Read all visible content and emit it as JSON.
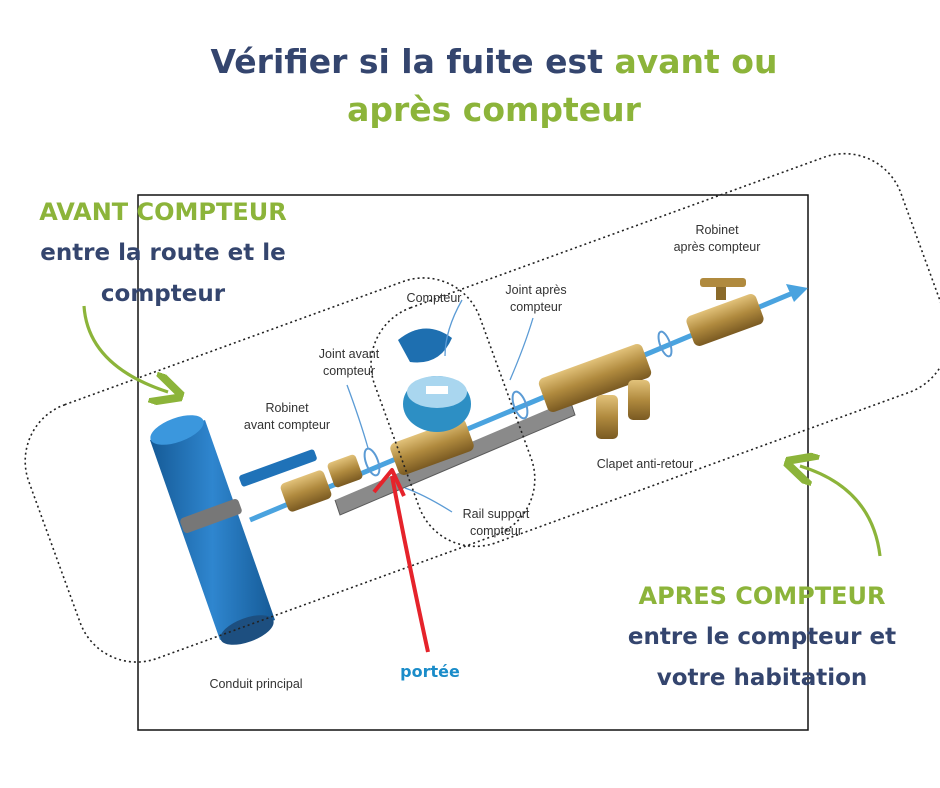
{
  "title": {
    "part1": "Vérifier si la fuite est ",
    "part2_highlight": "avant ou",
    "line2_highlight": "après compteur"
  },
  "avant": {
    "heading": "AVANT COMPTEUR",
    "line1": "entre la route et le",
    "line2": "compteur"
  },
  "apres": {
    "heading": "APRES COMPTEUR",
    "line1": "entre le compteur et",
    "line2": "votre habitation"
  },
  "annotation": {
    "portee": "portée"
  },
  "parts": {
    "compteur": "Compteur",
    "joint_apres_1": "Joint après",
    "joint_apres_2": "compteur",
    "robinet_apres_1": "Robinet",
    "robinet_apres_2": "après compteur",
    "joint_avant_1": "Joint avant",
    "joint_avant_2": "compteur",
    "robinet_avant_1": "Robinet",
    "robinet_avant_2": "avant compteur",
    "clapet": "Clapet anti-retour",
    "rail_1": "Rail support",
    "rail_2": "compteur",
    "conduit": "Conduit principal"
  },
  "colors": {
    "navy": "#34456e",
    "green": "#8cb43a",
    "pipe_blue": "#1f72b8",
    "flow_blue": "#4aa3df",
    "brass": "#b08a3e",
    "arrow_red": "#e5232b",
    "meter_blue": "#2d8fc4"
  }
}
